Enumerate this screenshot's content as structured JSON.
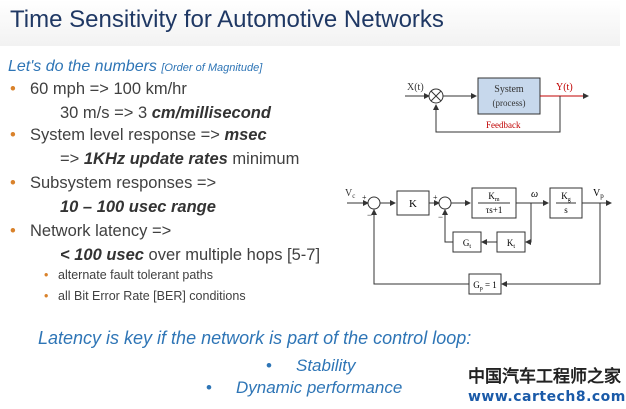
{
  "title": "Time Sensitivity for Automotive Networks",
  "subtitle": {
    "main": "Let's do the numbers",
    "note": "[Order of Magnitude]"
  },
  "bullets": {
    "b1": "60 mph => 100 km/hr",
    "b1s_pre": "30 m/s => 3 ",
    "b1s_bold": "cm/millisecond",
    "b2_pre": "System level response => ",
    "b2_bold": "msec",
    "b2s_pre": "=> ",
    "b2s_bold": "1KHz update rates",
    "b2s_post": " minimum",
    "b3": "Subsystem responses  =>",
    "b3s_bold": "10 – 100 usec range",
    "b4": "Network latency =>",
    "b4s_bold": "< 100 usec",
    "b4s_post": " over multiple hops [5-7]",
    "sub1": "alternate fault tolerant paths",
    "sub2": "all Bit Error Rate [BER] conditions"
  },
  "conclusion": {
    "main": "Latency is key if the network is part of the control loop:",
    "items": [
      "Stability",
      "Dynamic performance"
    ]
  },
  "diagram1": {
    "input": "X(t)",
    "system1": "System",
    "system2": "(process)",
    "output": "Y(t)",
    "feedback": "Feedback"
  },
  "diagram2": {
    "vc": "V",
    "vc_sub": "c",
    "k": "K",
    "km": "K",
    "km_sub": "m",
    "den": "τs+1",
    "omega": "ω",
    "kg": "K",
    "kg_sub": "g",
    "s": "s",
    "vp": "V",
    "vp_sub": "p",
    "gt": "G",
    "gt_sub": "t",
    "kt": "K",
    "kt_sub": "t",
    "gp": "G",
    "gp_sub": "p",
    "gp_eq": " = 1"
  },
  "watermark": {
    "line1": "中国汽车工程师之家",
    "line2": "www.cartech8.com"
  },
  "colors": {
    "title": "#1f3864",
    "accent": "#2e75b6",
    "bullet": "#d9822b"
  }
}
